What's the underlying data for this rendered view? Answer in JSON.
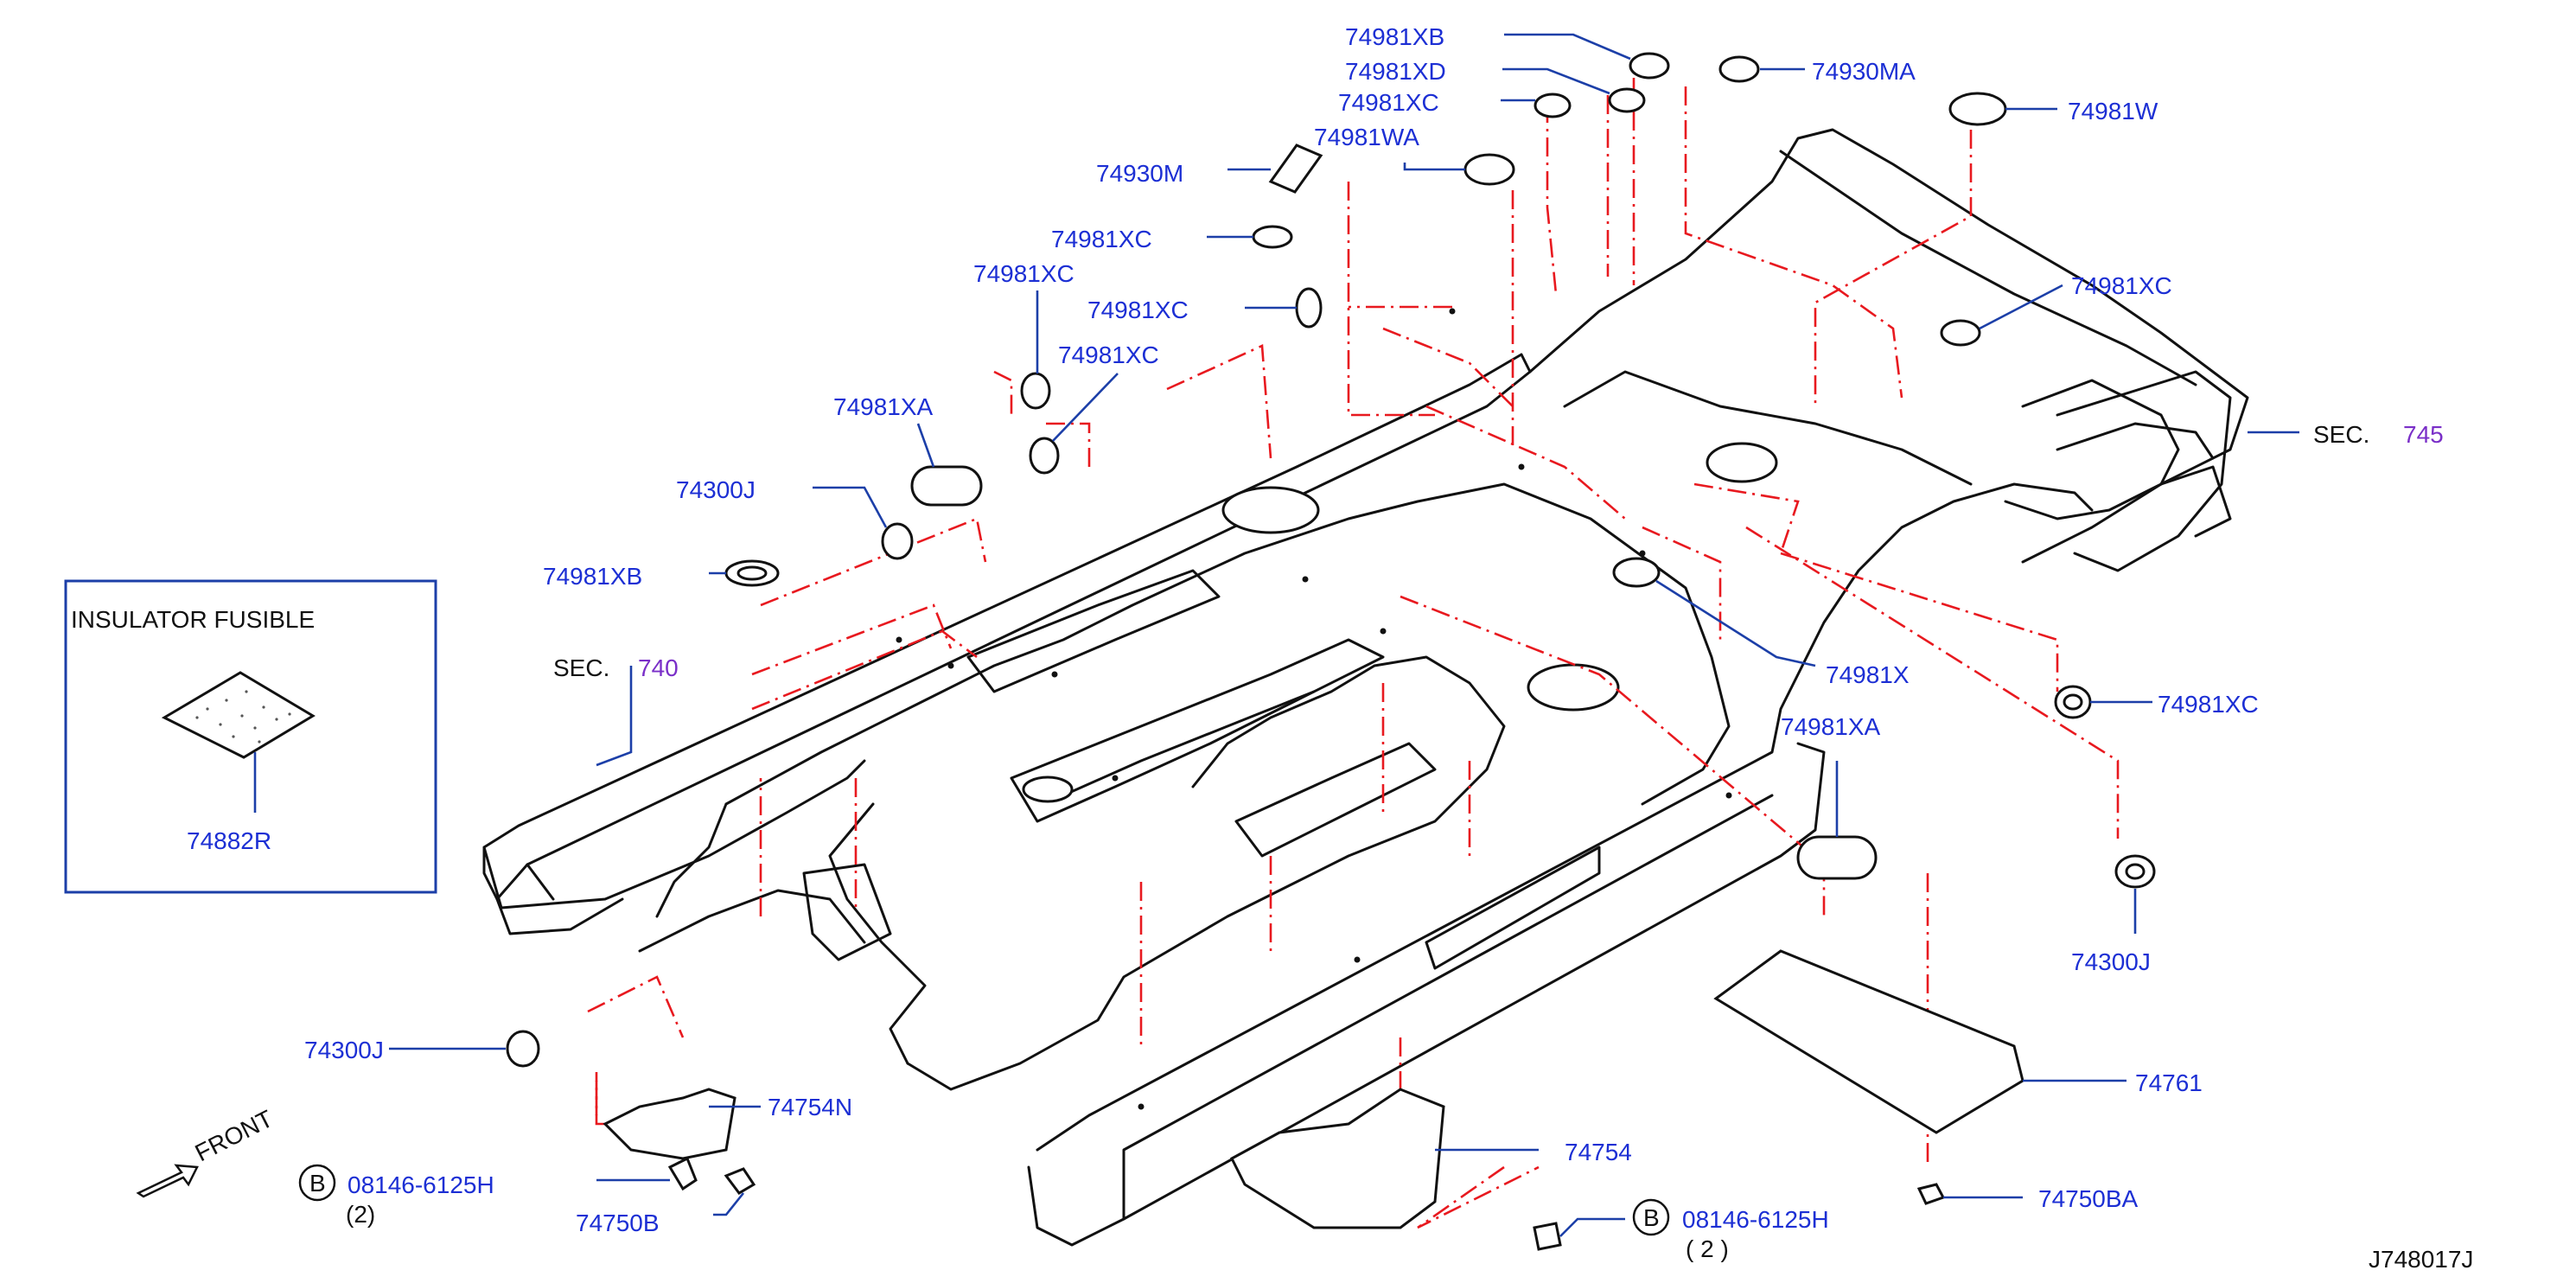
{
  "labels": {
    "l74981XB_top": "74981XB",
    "l74981XD": "74981XD",
    "l74930MA": "74930MA",
    "l74981XC_1": "74981XC",
    "l74981WA": "74981WA",
    "l74981W": "74981W",
    "l74930M": "74930M",
    "l74981XC_2": "74981XC",
    "l74981XC_3": "74981XC",
    "l74981XC_4": "74981XC",
    "l74981XC_5": "74981XC",
    "l74981XC_right": "74981XC",
    "l74981XA_1": "74981XA",
    "l74300J_1": "74300J",
    "l74981XB_left": "74981XB",
    "l74981X": "74981X",
    "l74981XC_right2": "74981XC",
    "l74981XA_2": "74981XA",
    "l74300J_right": "74300J",
    "l74761": "74761",
    "l74754": "74754",
    "l74754N": "74754N",
    "l74300J_bottom": "74300J",
    "l74750B": "74750B",
    "l74750BA": "74750BA",
    "bolt_part_1": "08146-6125H",
    "bolt_qty_1": "(2)",
    "bolt_part_2": "08146-6125H",
    "bolt_qty_2": "( 2 )",
    "bolt_symbol": "B",
    "front": "FRONT"
  },
  "sections": {
    "sec_word": "SEC.",
    "sec_740": "740",
    "sec_745": "745"
  },
  "inset": {
    "title": "INSULATOR   FUSIBLE",
    "part": "74882R"
  },
  "diagram_id": "J748017J",
  "colors": {
    "label_blue": "#1c2fd4",
    "leader_blue": "#1c3fa8",
    "phantom_red": "#e8191f",
    "section_purple": "#7a2fc8",
    "linework": "#111111"
  }
}
